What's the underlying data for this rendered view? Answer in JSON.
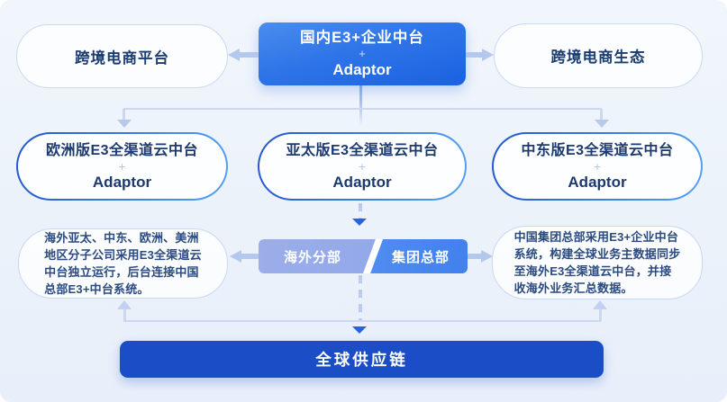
{
  "diagram": {
    "top": {
      "left_pill": "跨境电商平台",
      "center_box": {
        "line1": "国内E3+企业中台",
        "plus": "+",
        "line2": "Adaptor"
      },
      "right_pill": "跨境电商生态"
    },
    "middle_pills": [
      {
        "title": "欧洲版E3全渠道云中台",
        "plus": "+",
        "subtitle": "Adaptor"
      },
      {
        "title": "亚太版E3全渠道云中台",
        "plus": "+",
        "subtitle": "Adaptor"
      },
      {
        "title": "中东版E3全渠道云中台",
        "plus": "+",
        "subtitle": "Adaptor"
      }
    ],
    "info_left": "海外亚太、中东、欧洲、美洲\n地区分子公司采用E3全渠道云\n中台独立运行，后台连接中国\n总部E3+中台系统。",
    "split_buttons": {
      "left": "海外分部",
      "right": "集团总部"
    },
    "info_right": "中国集团总部采用E3+企业中台\n系统，构建全球业务主数据同步\n至海外E3全渠道云中台，并接\n收海外业务汇总数据。",
    "bottom_bar": "全球供应链",
    "colors": {
      "hero_gradient_start": "#4c8cee",
      "hero_gradient_end": "#1a61e2",
      "pill_border_light": "#c9daf4",
      "pill_border_gradient_start": "#2457ce",
      "pill_border_gradient_end": "#55a3f4",
      "title_navy": "#1c3a6e",
      "info_navy": "#2a4a80",
      "button_left_blue": "#8aa5ec",
      "button_right_blue": "#4181ee",
      "connector_light": "#b4c7ed",
      "triangle_blue": "#2165e4",
      "bottom_bar_blue": "#1b4ec6"
    }
  }
}
